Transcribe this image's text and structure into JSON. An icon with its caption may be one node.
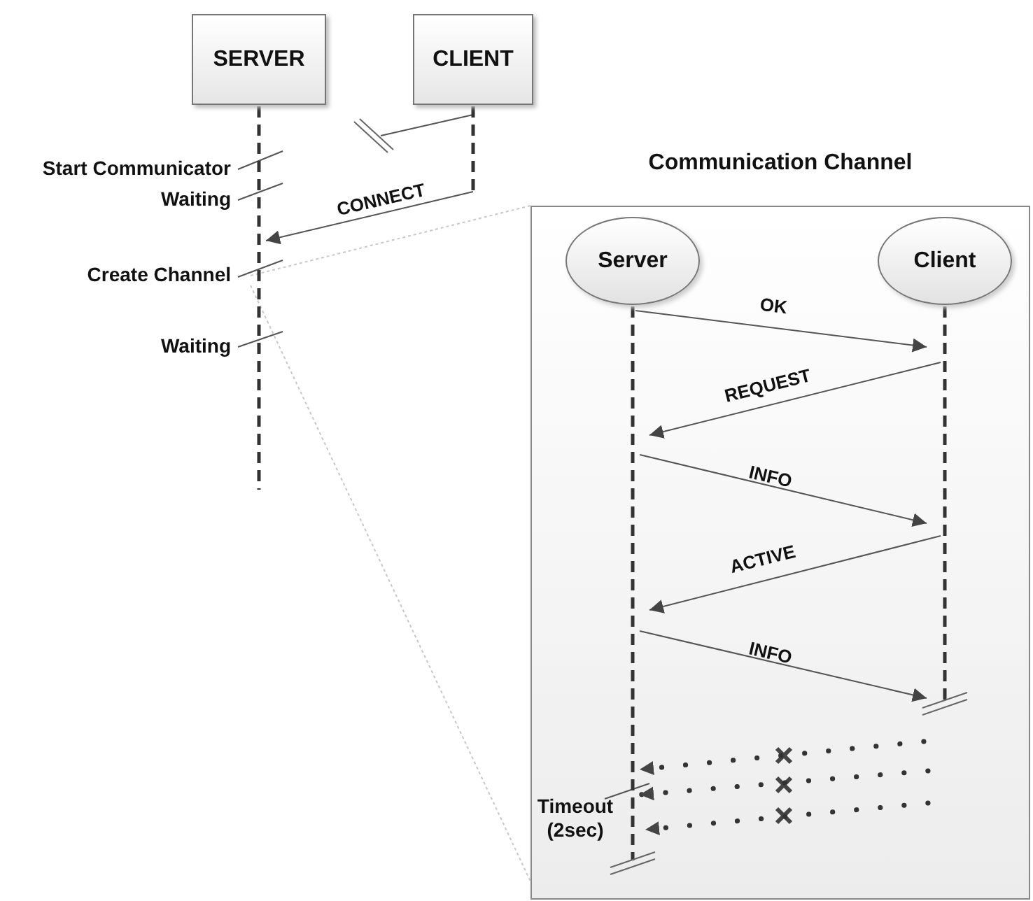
{
  "diagram": {
    "nodes": [
      {
        "text": [
          "SERVER"
        ]
      },
      {
        "text": [
          "CLIENT"
        ]
      },
      {
        "text": [
          "Start Communicator"
        ]
      },
      {
        "text": [
          "Waiting"
        ]
      },
      {
        "text": [
          "Create Channel"
        ]
      },
      {
        "text": [
          "Waiting"
        ]
      },
      {
        "text": [
          "Communication Channel"
        ]
      },
      {
        "text": [
          "Server"
        ],
        "in": 6
      },
      {
        "text": [
          "Client"
        ],
        "in": 6
      },
      {
        "text": [
          "Timeout (2sec)"
        ],
        "in": 6
      }
    ],
    "edges": [
      {
        "from": 1,
        "to": null,
        "arrow": "none"
      },
      {
        "from": 1,
        "to": 0,
        "arrow": "to",
        "label": "CONNECT"
      },
      {
        "from": 2,
        "to": 0,
        "arrow": "none"
      },
      {
        "from": 3,
        "to": 0,
        "arrow": "none"
      },
      {
        "from": 4,
        "to": 0,
        "arrow": "none"
      },
      {
        "from": 5,
        "to": 0,
        "arrow": "none"
      },
      {
        "from": 0,
        "to": 6,
        "arrow": "none",
        "style": "dashed",
        "color": "#c8c8c8"
      },
      {
        "from": 0,
        "to": 6,
        "arrow": "none",
        "style": "dashed",
        "color": "#c8c8c8"
      },
      {
        "from": 7,
        "to": 8,
        "arrow": "to",
        "label": "OK"
      },
      {
        "from": 8,
        "to": 7,
        "arrow": "to",
        "label": "REQUEST"
      },
      {
        "from": 7,
        "to": 8,
        "arrow": "to",
        "label": "INFO"
      },
      {
        "from": 8,
        "to": 7,
        "arrow": "to",
        "label": "ACTIVE"
      },
      {
        "from": 7,
        "to": 8,
        "arrow": "to",
        "label": "INFO"
      },
      {
        "from": null,
        "to": 7,
        "arrow": "to",
        "style": "dashed"
      },
      {
        "from": null,
        "to": 7,
        "arrow": "to",
        "style": "dashed"
      },
      {
        "from": null,
        "to": 7,
        "arrow": "to",
        "style": "dashed"
      },
      {
        "from": 9,
        "to": 7,
        "arrow": "none"
      }
    ]
  }
}
